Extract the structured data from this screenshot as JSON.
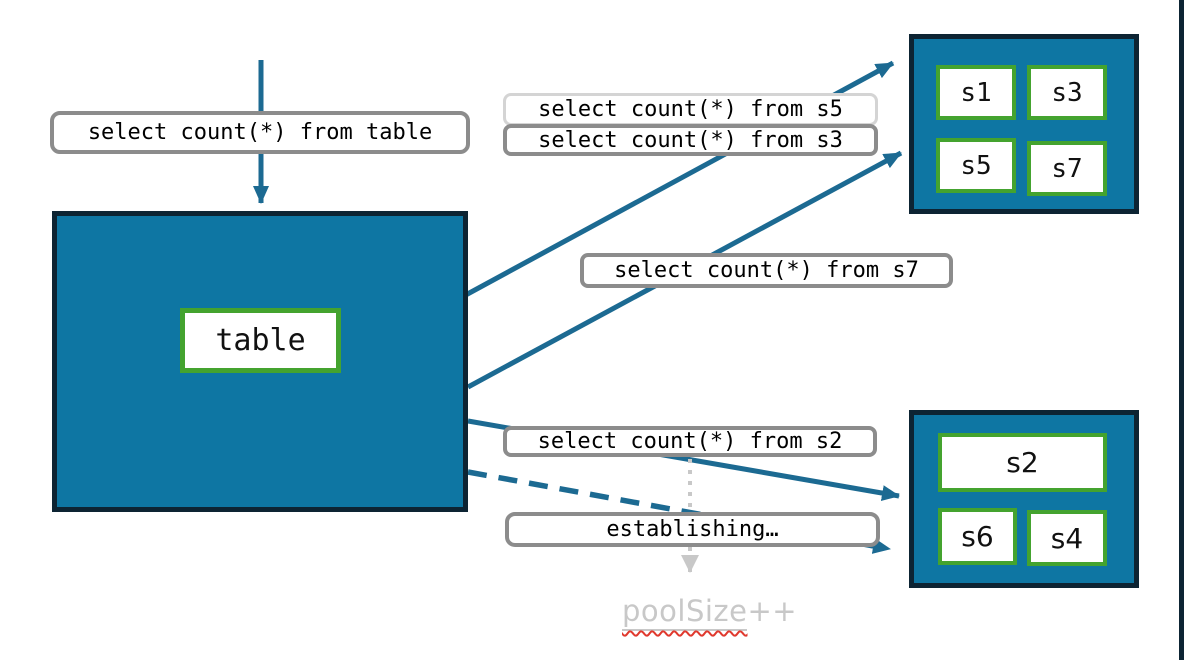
{
  "colors": {
    "teal": "#0e76a3",
    "darknavy": "#0d2433",
    "green": "#44a32f",
    "arrow": "#1c6a92",
    "graylabel": "#8c8c8c",
    "lightborder": "#d4d4d4",
    "lightgray": "#c8c8c8",
    "squiggle": "#e0392e"
  },
  "nodes": {
    "table": {
      "label": "table"
    },
    "top_shards": {
      "cells": [
        "s1",
        "s3",
        "s5",
        "s7"
      ]
    },
    "bottom_shards": {
      "cells": [
        "s2",
        "s6",
        "s4"
      ]
    }
  },
  "labels": {
    "query_table": "select count(*) from table",
    "query_s5": "select count(*) from s5",
    "query_s3": "select count(*) from s3",
    "query_s7": "select count(*) from s7",
    "query_s2": "select count(*) from s2",
    "establishing": "establishing…",
    "poolsize_word": "poolSize",
    "poolsize_suffix": "++"
  }
}
